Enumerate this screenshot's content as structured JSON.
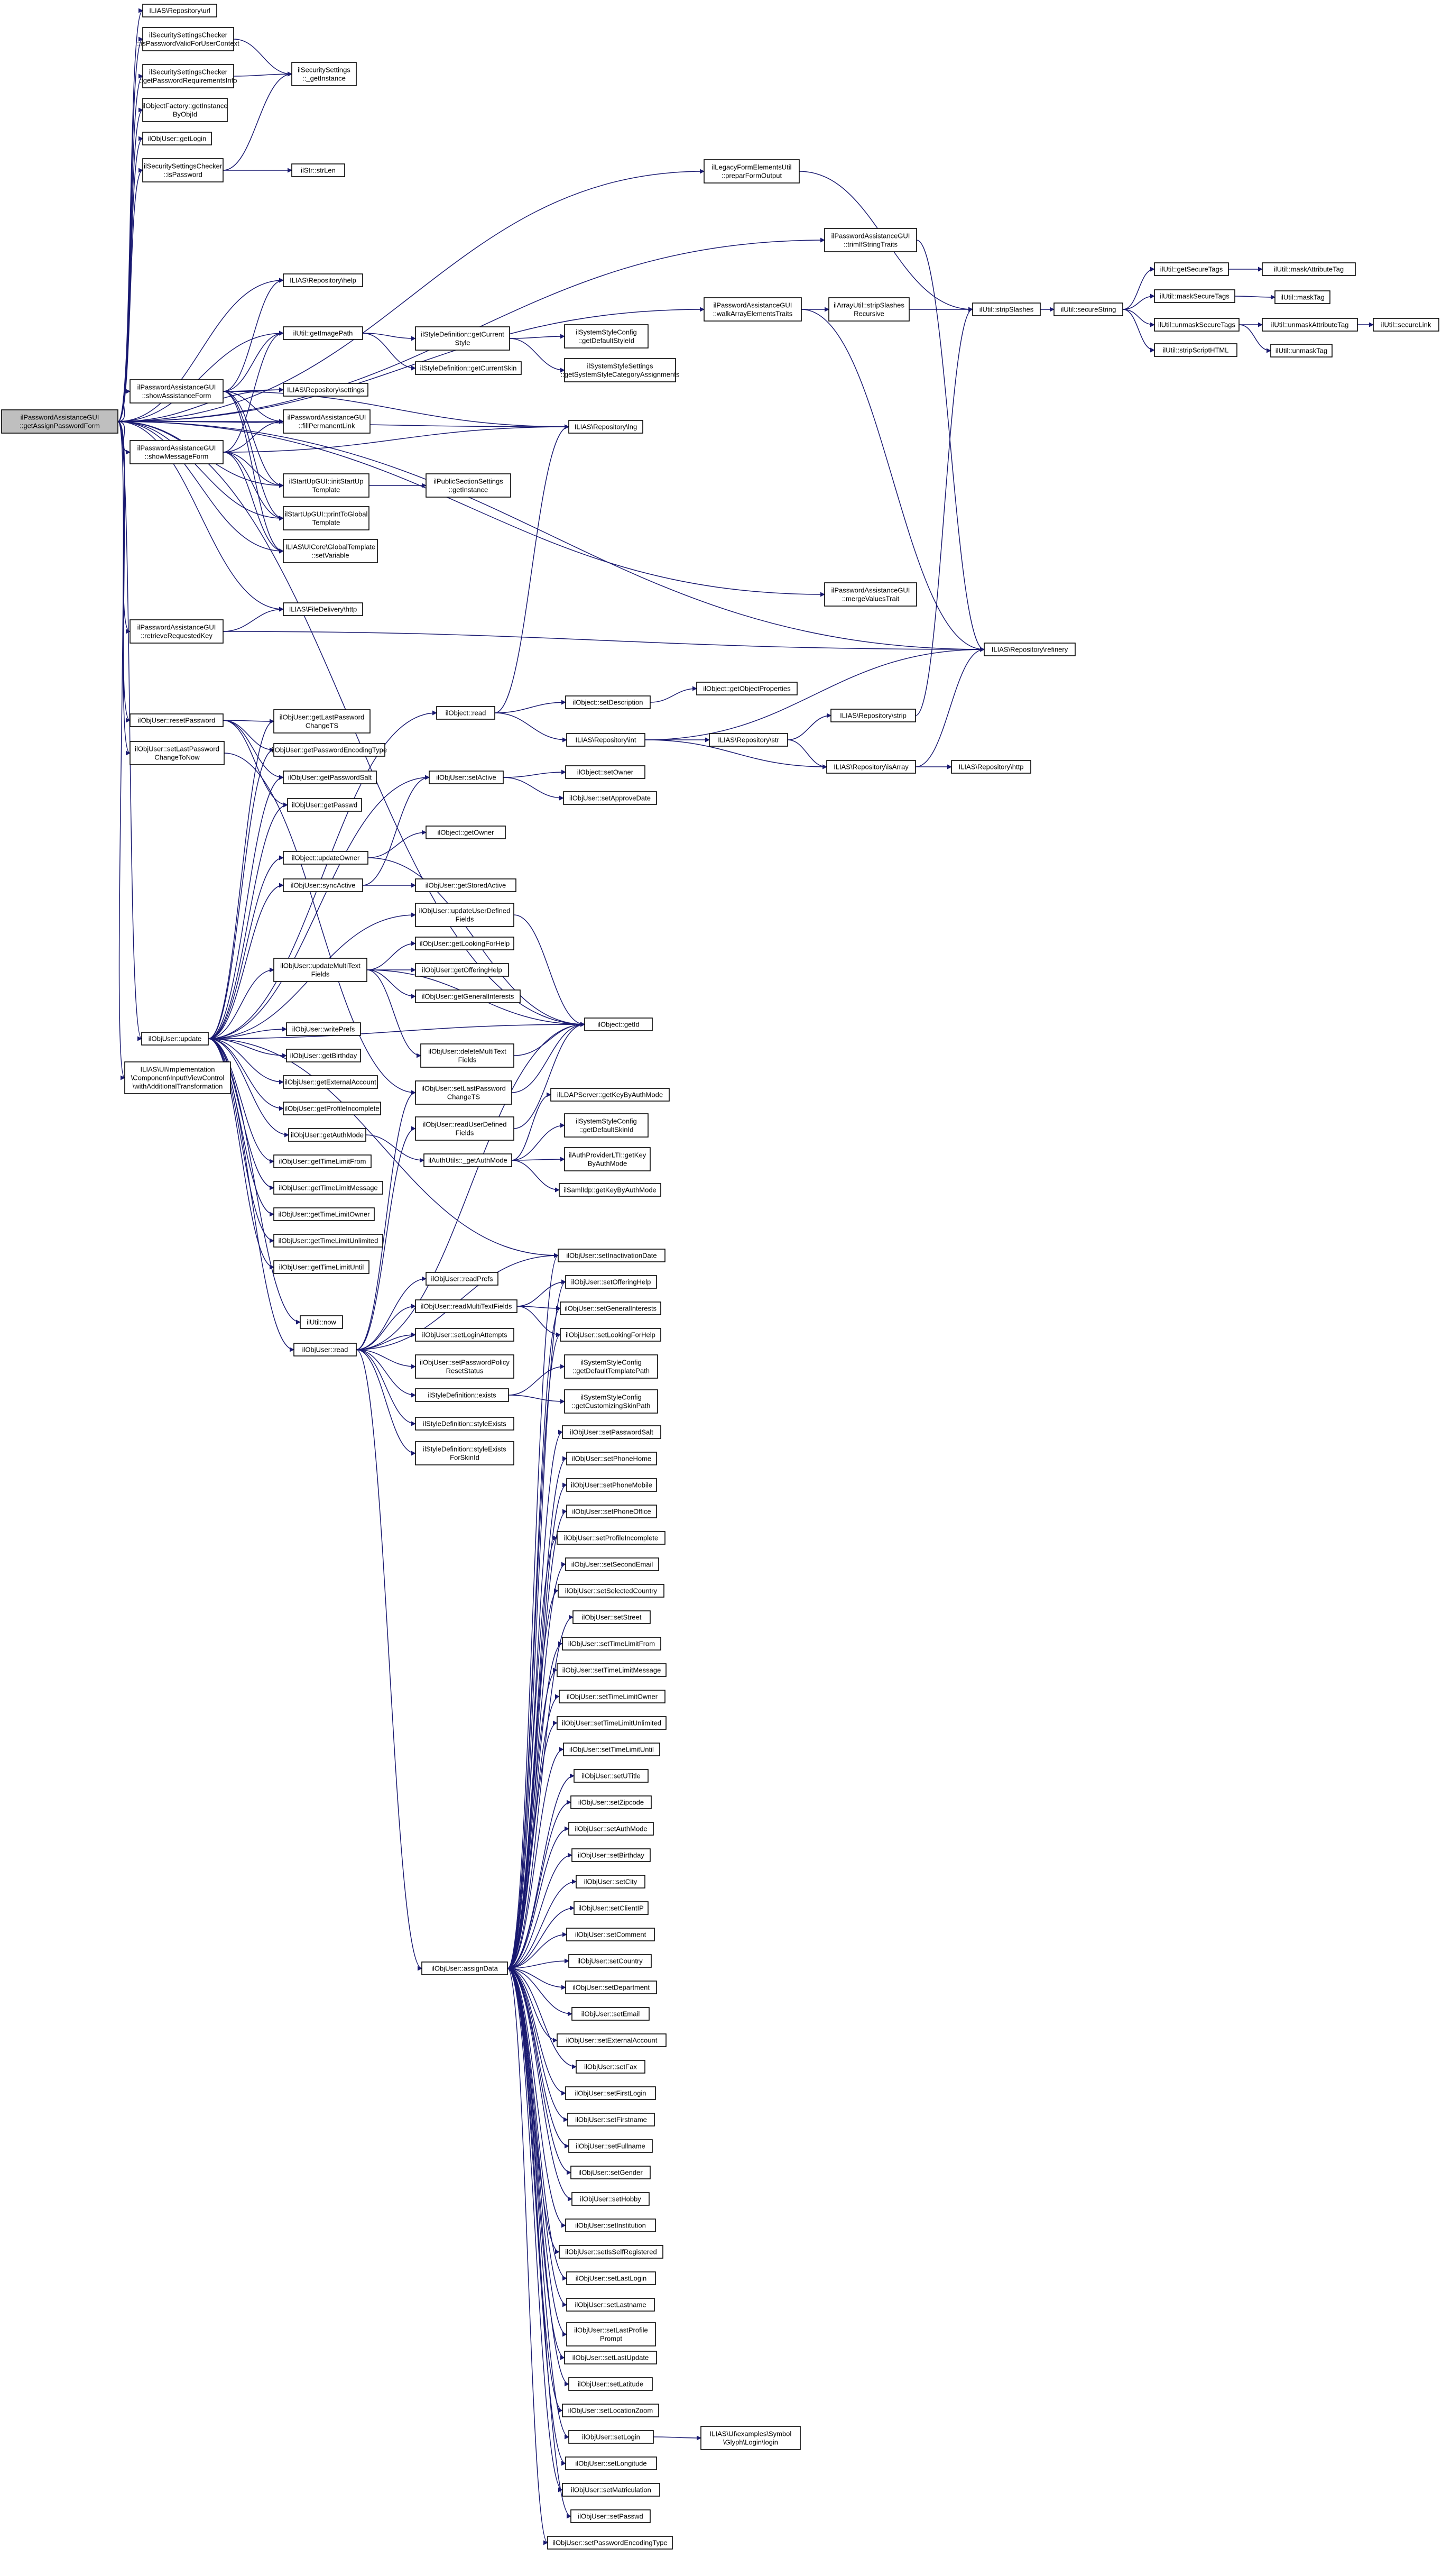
{
  "nodes": [
    {
      "id": "root",
      "lines": [
        "ilPasswordAssistanceGUI",
        "::getAssignPasswordForm"
      ],
      "root": true
    },
    {
      "id": "repo_url",
      "lines": [
        "ILIAS\\Repository\\url"
      ]
    },
    {
      "id": "ssc_valid",
      "lines": [
        "ilSecuritySettingsChecker",
        "::isPasswordValidForUserContext"
      ]
    },
    {
      "id": "ssc_req",
      "lines": [
        "ilSecuritySettingsChecker",
        "::getPasswordRequirementsInfo"
      ]
    },
    {
      "id": "ss_inst",
      "lines": [
        "ilSecuritySettings",
        "::_getInstance"
      ]
    },
    {
      "id": "of_inst",
      "lines": [
        "ilObjectFactory::getInstance",
        "ByObjId"
      ]
    },
    {
      "id": "ou_getlogin",
      "lines": [
        "ilObjUser::getLogin"
      ]
    },
    {
      "id": "ssc_ispw",
      "lines": [
        "ilSecuritySettingsChecker",
        "::isPassword"
      ]
    },
    {
      "id": "strlen",
      "lines": [
        "ilStr::strLen"
      ]
    },
    {
      "id": "legacy_prep",
      "lines": [
        "ilLegacyFormElementsUtil",
        "::preparFormOutput"
      ]
    },
    {
      "id": "pag_trim",
      "lines": [
        "ilPasswordAssistanceGUI",
        "::trimIfStringTraits"
      ]
    },
    {
      "id": "repo_help",
      "lines": [
        "ILIAS\\Repository\\help"
      ]
    },
    {
      "id": "pag_walk",
      "lines": [
        "ilPasswordAssistanceGUI",
        "::walkArrayElementsTraits"
      ]
    },
    {
      "id": "arr_strip",
      "lines": [
        "ilArrayUtil::stripSlashes",
        "Recursive"
      ]
    },
    {
      "id": "util_strip",
      "lines": [
        "ilUtil::stripSlashes"
      ]
    },
    {
      "id": "secure_str",
      "lines": [
        "ilUtil::secureString"
      ]
    },
    {
      "id": "get_sec_tags",
      "lines": [
        "ilUtil::getSecureTags"
      ]
    },
    {
      "id": "mask_attr_tag",
      "lines": [
        "ilUtil::maskAttributeTag"
      ]
    },
    {
      "id": "mask_sec_tags",
      "lines": [
        "ilUtil::maskSecureTags"
      ]
    },
    {
      "id": "mask_tag",
      "lines": [
        "ilUtil::maskTag"
      ]
    },
    {
      "id": "unmask_sec_tags",
      "lines": [
        "ilUtil::unmaskSecureTags"
      ]
    },
    {
      "id": "unmask_attr_tag",
      "lines": [
        "ilUtil::unmaskAttributeTag"
      ]
    },
    {
      "id": "secure_link",
      "lines": [
        "ilUtil::secureLink"
      ]
    },
    {
      "id": "strip_script",
      "lines": [
        "ilUtil::stripScriptHTML"
      ]
    },
    {
      "id": "unmask_tag",
      "lines": [
        "ilUtil::unmaskTag"
      ]
    },
    {
      "id": "get_image_path",
      "lines": [
        "ilUtil::getImagePath"
      ]
    },
    {
      "id": "sd_cur_style",
      "lines": [
        "ilStyleDefinition::getCurrent",
        "Style"
      ]
    },
    {
      "id": "sys_def_style",
      "lines": [
        "ilSystemStyleConfig",
        "::getDefaultStyleId"
      ]
    },
    {
      "id": "sys_cat_assign",
      "lines": [
        "ilSystemStyleSettings",
        "::getSystemStyleCategoryAssignments"
      ]
    },
    {
      "id": "sd_cur_skin",
      "lines": [
        "ilStyleDefinition::getCurrentSkin"
      ]
    },
    {
      "id": "pag_show_assist",
      "lines": [
        "ilPasswordAssistanceGUI",
        "::showAssistanceForm"
      ]
    },
    {
      "id": "repo_settings",
      "lines": [
        "ILIAS\\Repository\\settings"
      ]
    },
    {
      "id": "pag_permlink",
      "lines": [
        "ilPasswordAssistanceGUI",
        "::fillPermanentLink"
      ]
    },
    {
      "id": "repo_lng",
      "lines": [
        "ILIAS\\Repository\\lng"
      ]
    },
    {
      "id": "pag_show_msg",
      "lines": [
        "ilPasswordAssistanceGUI",
        "::showMessageForm"
      ]
    },
    {
      "id": "startup_init",
      "lines": [
        "ilStartUpGUI::initStartUp",
        "Template"
      ]
    },
    {
      "id": "pub_sect",
      "lines": [
        "ilPublicSectionSettings",
        "::getInstance"
      ]
    },
    {
      "id": "startup_print",
      "lines": [
        "ilStartUpGUI::printToGlobal",
        "Template"
      ]
    },
    {
      "id": "ui_core_tpl",
      "lines": [
        "ILIAS\\UICore\\GlobalTemplate",
        "::setVariable"
      ]
    },
    {
      "id": "pag_merge",
      "lines": [
        "ilPasswordAssistanceGUI",
        "::mergeValuesTrait"
      ]
    },
    {
      "id": "file_delivery",
      "lines": [
        "ILIAS\\FileDelivery\\http"
      ]
    },
    {
      "id": "pag_retrieve",
      "lines": [
        "ilPasswordAssistanceGUI",
        "::retrieveRequestedKey"
      ]
    },
    {
      "id": "repo_refinery",
      "lines": [
        "ILIAS\\Repository\\refinery"
      ]
    },
    {
      "id": "ou_reset_pw",
      "lines": [
        "ilObjUser::resetPassword"
      ]
    },
    {
      "id": "ou_get_last_pw",
      "lines": [
        "ilObjUser::getLastPassword",
        "ChangeTS"
      ]
    },
    {
      "id": "ou_get_pw_enc",
      "lines": [
        "ilObjUser::getPasswordEncodingType"
      ]
    },
    {
      "id": "ou_get_pw_salt",
      "lines": [
        "ilObjUser::getPasswordSalt"
      ]
    },
    {
      "id": "ou_get_passwd",
      "lines": [
        "ilObjUser::getPasswd"
      ]
    },
    {
      "id": "ou_set_last_pw_now",
      "lines": [
        "ilObjUser::setLastPassword",
        "ChangeToNow"
      ]
    },
    {
      "id": "obj_read",
      "lines": [
        "ilObject::read"
      ]
    },
    {
      "id": "obj_set_desc",
      "lines": [
        "ilObject::setDescription"
      ]
    },
    {
      "id": "obj_get_props",
      "lines": [
        "ilObject::getObjectProperties"
      ]
    },
    {
      "id": "repo_int",
      "lines": [
        "ILIAS\\Repository\\int"
      ]
    },
    {
      "id": "repo_str",
      "lines": [
        "ILIAS\\Repository\\str"
      ]
    },
    {
      "id": "repo_strip",
      "lines": [
        "ILIAS\\Repository\\strip"
      ]
    },
    {
      "id": "repo_isarray",
      "lines": [
        "ILIAS\\Repository\\isArray"
      ]
    },
    {
      "id": "repo_http",
      "lines": [
        "ILIAS\\Repository\\http"
      ]
    },
    {
      "id": "ou_set_active",
      "lines": [
        "ilObjUser::setActive"
      ]
    },
    {
      "id": "obj_set_owner",
      "lines": [
        "ilObject::setOwner"
      ]
    },
    {
      "id": "ou_set_approve",
      "lines": [
        "ilObjUser::setApproveDate"
      ]
    },
    {
      "id": "obj_update_owner",
      "lines": [
        "ilObject::updateOwner"
      ]
    },
    {
      "id": "obj_get_owner",
      "lines": [
        "ilObject::getOwner"
      ]
    },
    {
      "id": "ou_sync_active",
      "lines": [
        "ilObjUser::syncActive"
      ]
    },
    {
      "id": "ou_get_stored_active",
      "lines": [
        "ilObjUser::getStoredActive"
      ]
    },
    {
      "id": "ou_update_udf",
      "lines": [
        "ilObjUser::updateUserDefined",
        "Fields"
      ]
    },
    {
      "id": "ou_update_multi",
      "lines": [
        "ilObjUser::updateMultiText",
        "Fields"
      ]
    },
    {
      "id": "ou_get_looking",
      "lines": [
        "ilObjUser::getLookingForHelp"
      ]
    },
    {
      "id": "ou_get_offering",
      "lines": [
        "ilObjUser::getOfferingHelp"
      ]
    },
    {
      "id": "ou_get_interests",
      "lines": [
        "ilObjUser::getGeneralInterests"
      ]
    },
    {
      "id": "obj_get_id",
      "lines": [
        "ilObject::getId"
      ]
    },
    {
      "id": "ou_delete_multi",
      "lines": [
        "ilObjUser::deleteMultiText",
        "Fields"
      ]
    },
    {
      "id": "ou_update",
      "lines": [
        "ilObjUser::update"
      ]
    },
    {
      "id": "ou_write_prefs",
      "lines": [
        "ilObjUser::writePrefs"
      ]
    },
    {
      "id": "ou_get_birthday",
      "lines": [
        "ilObjUser::getBirthday"
      ]
    },
    {
      "id": "ou_get_ext_acc",
      "lines": [
        "ilObjUser::getExternalAccount"
      ]
    },
    {
      "id": "ou_get_profile_inc",
      "lines": [
        "ilObjUser::getProfileIncomplete"
      ]
    },
    {
      "id": "ou_get_auth_mode",
      "lines": [
        "ilObjUser::getAuthMode"
      ]
    },
    {
      "id": "ou_get_tl_from",
      "lines": [
        "ilObjUser::getTimeLimitFrom"
      ]
    },
    {
      "id": "ou_get_tl_msg",
      "lines": [
        "ilObjUser::getTimeLimitMessage"
      ]
    },
    {
      "id": "ou_get_tl_owner",
      "lines": [
        "ilObjUser::getTimeLimitOwner"
      ]
    },
    {
      "id": "ou_get_tl_unlim",
      "lines": [
        "ilObjUser::getTimeLimitUnlimited"
      ]
    },
    {
      "id": "ou_get_tl_until",
      "lines": [
        "ilObjUser::getTimeLimitUntil"
      ]
    },
    {
      "id": "ui_impl",
      "lines": [
        "ILIAS\\UI\\Implementation",
        "\\Component\\Input\\ViewControl",
        "\\withAdditionalTransformation"
      ]
    },
    {
      "id": "ou_set_last_pw_ts",
      "lines": [
        "ilObjUser::setLastPassword",
        "ChangeTS"
      ]
    },
    {
      "id": "ldap_auth",
      "lines": [
        "ilLDAPServer::getKeyByAuthMode"
      ]
    },
    {
      "id": "ou_read_udf",
      "lines": [
        "ilObjUser::readUserDefined",
        "Fields"
      ]
    },
    {
      "id": "sys_def_skin",
      "lines": [
        "ilSystemStyleConfig",
        "::getDefaultSkinId"
      ]
    },
    {
      "id": "auth_get_mode",
      "lines": [
        "ilAuthUtils::_getAuthMode"
      ]
    },
    {
      "id": "auth_lti",
      "lines": [
        "ilAuthProviderLTI::getKey",
        "ByAuthMode"
      ]
    },
    {
      "id": "saml_auth",
      "lines": [
        "ilSamlIdp::getKeyByAuthMode"
      ]
    },
    {
      "id": "ou_set_inact_date",
      "lines": [
        "ilObjUser::setInactivationDate"
      ]
    },
    {
      "id": "ou_read_prefs",
      "lines": [
        "ilObjUser::readPrefs"
      ]
    },
    {
      "id": "ou_set_offering",
      "lines": [
        "ilObjUser::setOfferingHelp"
      ]
    },
    {
      "id": "ou_read_multi",
      "lines": [
        "ilObjUser::readMultiTextFields"
      ]
    },
    {
      "id": "ou_set_interests",
      "lines": [
        "ilObjUser::setGeneralInterests"
      ]
    },
    {
      "id": "util_now",
      "lines": [
        "ilUtil::now"
      ]
    },
    {
      "id": "ou_set_login_att",
      "lines": [
        "ilObjUser::setLoginAttempts"
      ]
    },
    {
      "id": "ou_set_looking",
      "lines": [
        "ilObjUser::setLookingForHelp"
      ]
    },
    {
      "id": "ou_read",
      "lines": [
        "ilObjUser::read"
      ]
    },
    {
      "id": "ou_set_pw_reset",
      "lines": [
        "ilObjUser::setPasswordPolicy",
        "ResetStatus"
      ]
    },
    {
      "id": "sys_def_tpl_path",
      "lines": [
        "ilSystemStyleConfig",
        "::getDefaultTemplatePath"
      ]
    },
    {
      "id": "sd_exists",
      "lines": [
        "ilStyleDefinition::exists"
      ]
    },
    {
      "id": "sys_cust_skin",
      "lines": [
        "ilSystemStyleConfig",
        "::getCustomizingSkinPath"
      ]
    },
    {
      "id": "sd_style_exists",
      "lines": [
        "ilStyleDefinition::styleExists"
      ]
    },
    {
      "id": "sd_style_exists_skin",
      "lines": [
        "ilStyleDefinition::styleExists",
        "ForSkinId"
      ]
    },
    {
      "id": "ou_set_pw_salt",
      "lines": [
        "ilObjUser::setPasswordSalt"
      ]
    },
    {
      "id": "ou_set_phone_home",
      "lines": [
        "ilObjUser::setPhoneHome"
      ]
    },
    {
      "id": "ou_set_phone_mobile",
      "lines": [
        "ilObjUser::setPhoneMobile"
      ]
    },
    {
      "id": "ou_set_phone_office",
      "lines": [
        "ilObjUser::setPhoneOffice"
      ]
    },
    {
      "id": "ou_set_profile_inc",
      "lines": [
        "ilObjUser::setProfileIncomplete"
      ]
    },
    {
      "id": "ou_set_second_email",
      "lines": [
        "ilObjUser::setSecondEmail"
      ]
    },
    {
      "id": "ou_set_sel_country",
      "lines": [
        "ilObjUser::setSelectedCountry"
      ]
    },
    {
      "id": "ou_set_street",
      "lines": [
        "ilObjUser::setStreet"
      ]
    },
    {
      "id": "ou_set_tl_from",
      "lines": [
        "ilObjUser::setTimeLimitFrom"
      ]
    },
    {
      "id": "ou_set_tl_msg",
      "lines": [
        "ilObjUser::setTimeLimitMessage"
      ]
    },
    {
      "id": "ou_set_tl_owner",
      "lines": [
        "ilObjUser::setTimeLimitOwner"
      ]
    },
    {
      "id": "ou_set_tl_unlim",
      "lines": [
        "ilObjUser::setTimeLimitUnlimited"
      ]
    },
    {
      "id": "ou_set_tl_until",
      "lines": [
        "ilObjUser::setTimeLimitUntil"
      ]
    },
    {
      "id": "ou_set_utitle",
      "lines": [
        "ilObjUser::setUTitle"
      ]
    },
    {
      "id": "ou_set_zipcode",
      "lines": [
        "ilObjUser::setZipcode"
      ]
    },
    {
      "id": "ou_set_auth_mode",
      "lines": [
        "ilObjUser::setAuthMode"
      ]
    },
    {
      "id": "ou_set_birthday",
      "lines": [
        "ilObjUser::setBirthday"
      ]
    },
    {
      "id": "ou_set_city",
      "lines": [
        "ilObjUser::setCity"
      ]
    },
    {
      "id": "ou_set_client_ip",
      "lines": [
        "ilObjUser::setClientIP"
      ]
    },
    {
      "id": "ou_assign_data",
      "lines": [
        "ilObjUser::assignData"
      ]
    },
    {
      "id": "ou_set_comment",
      "lines": [
        "ilObjUser::setComment"
      ]
    },
    {
      "id": "ou_set_country",
      "lines": [
        "ilObjUser::setCountry"
      ]
    },
    {
      "id": "ou_set_department",
      "lines": [
        "ilObjUser::setDepartment"
      ]
    },
    {
      "id": "ou_set_email",
      "lines": [
        "ilObjUser::setEmail"
      ]
    },
    {
      "id": "ou_set_ext_acc",
      "lines": [
        "ilObjUser::setExternalAccount"
      ]
    },
    {
      "id": "ou_set_fax",
      "lines": [
        "ilObjUser::setFax"
      ]
    },
    {
      "id": "ou_set_first_login",
      "lines": [
        "ilObjUser::setFirstLogin"
      ]
    },
    {
      "id": "ou_set_firstname",
      "lines": [
        "ilObjUser::setFirstname"
      ]
    },
    {
      "id": "ou_set_fullname",
      "lines": [
        "ilObjUser::setFullname"
      ]
    },
    {
      "id": "ou_set_gender",
      "lines": [
        "ilObjUser::setGender"
      ]
    },
    {
      "id": "ou_set_hobby",
      "lines": [
        "ilObjUser::setHobby"
      ]
    },
    {
      "id": "ou_set_institution",
      "lines": [
        "ilObjUser::setInstitution"
      ]
    },
    {
      "id": "ou_set_self_reg",
      "lines": [
        "ilObjUser::setIsSelfRegistered"
      ]
    },
    {
      "id": "ou_set_last_login",
      "lines": [
        "ilObjUser::setLastLogin"
      ]
    },
    {
      "id": "ou_set_lastname",
      "lines": [
        "ilObjUser::setLastname"
      ]
    },
    {
      "id": "ou_set_last_profile",
      "lines": [
        "ilObjUser::setLastProfile",
        "Prompt"
      ]
    },
    {
      "id": "ou_set_last_update",
      "lines": [
        "ilObjUser::setLastUpdate"
      ]
    },
    {
      "id": "ou_set_latitude",
      "lines": [
        "ilObjUser::setLatitude"
      ]
    },
    {
      "id": "ou_set_loc_zoom",
      "lines": [
        "ilObjUser::setLocationZoom"
      ]
    },
    {
      "id": "ou_set_login",
      "lines": [
        "ilObjUser::setLogin"
      ]
    },
    {
      "id": "symbol_glyph_login",
      "lines": [
        "ILIAS\\UI\\examples\\Symbol",
        "\\Glyph\\Login\\login"
      ]
    },
    {
      "id": "ou_set_longitude",
      "lines": [
        "ilObjUser::setLongitude"
      ]
    },
    {
      "id": "ou_set_matriculation",
      "lines": [
        "ilObjUser::setMatriculation"
      ]
    },
    {
      "id": "ou_set_passwd",
      "lines": [
        "ilObjUser::setPasswd"
      ]
    },
    {
      "id": "ou_set_pw_enc",
      "lines": [
        "ilObjUser::setPasswordEncodingType"
      ]
    }
  ]
}
